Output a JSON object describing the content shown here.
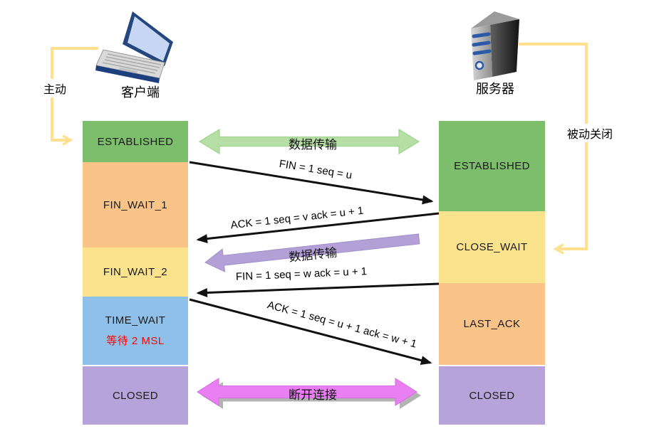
{
  "actors": {
    "client": {
      "label": "客户端",
      "role": "主动"
    },
    "server": {
      "label": "服务器",
      "role": "被动关闭"
    }
  },
  "client_states": [
    {
      "label": "ESTABLISHED"
    },
    {
      "label": "FIN_WAIT_1"
    },
    {
      "label": "FIN_WAIT_2"
    },
    {
      "label": "TIME_WAIT",
      "note": "等待 2 MSL"
    },
    {
      "label": "CLOSED"
    }
  ],
  "server_states": [
    {
      "label": "ESTABLISHED"
    },
    {
      "label": "CLOSE_WAIT"
    },
    {
      "label": "LAST_ACK"
    },
    {
      "label": "CLOSED"
    }
  ],
  "messages": [
    {
      "label": "FIN = 1 seq = u"
    },
    {
      "label": "ACK = 1 seq = v ack = u + 1"
    },
    {
      "label": "FIN = 1 seq = w ack = u + 1"
    },
    {
      "label": "ACK = 1 seq = u + 1 ack = w + 1"
    }
  ],
  "banners": [
    {
      "label": "数据传输",
      "color": "#B5DFA5"
    },
    {
      "label": "数据传输",
      "color": "#B2A0D6"
    },
    {
      "label": "断开连接",
      "color": "#E97FF3"
    }
  ],
  "colors": {
    "state_green": "#7CBE6B",
    "state_orange": "#FAC388",
    "state_yellow": "#FBE38D",
    "state_blue": "#8EC0E9",
    "state_purple": "#B6A3D9",
    "note_red": "#ff0000",
    "connector_yellow": "#FFE08F",
    "arrow_black": "#111111",
    "shadow_gray": "#B3B3B3"
  }
}
